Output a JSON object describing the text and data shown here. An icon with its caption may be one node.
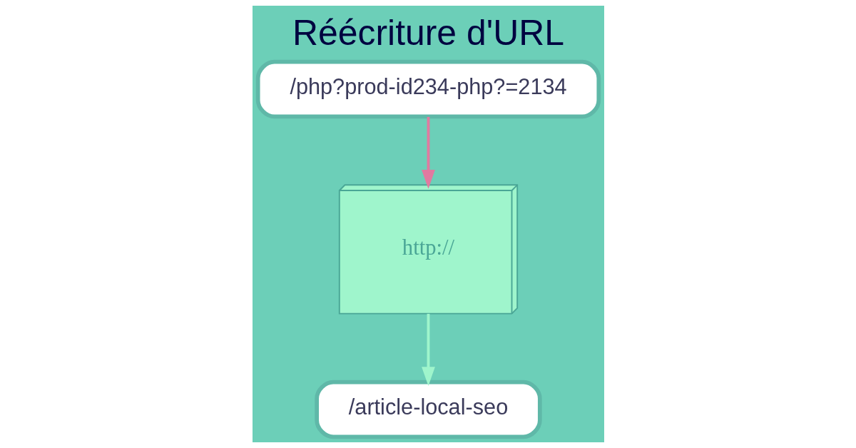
{
  "diagram": {
    "title": "Réécriture d'URL",
    "nodes": [
      {
        "text": [
          "/php?prod-id234-php?=2134"
        ]
      },
      {
        "text": [
          "http://"
        ]
      },
      {
        "text": [
          "/article-local-seo"
        ]
      }
    ],
    "edges": [
      {
        "from": 0,
        "to": 1,
        "arrow": "to",
        "color": "#e07aa0"
      },
      {
        "from": 1,
        "to": 2,
        "arrow": "to",
        "color": "#9ff5cc"
      }
    ]
  }
}
